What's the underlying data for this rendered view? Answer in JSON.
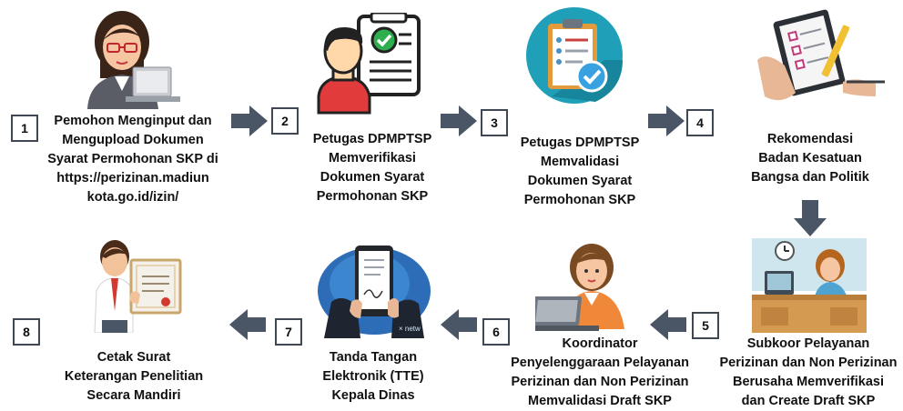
{
  "steps": [
    {
      "number": "1",
      "lines": [
        "Pemohon Menginput dan",
        "Mengupload Dokumen",
        "Syarat Permohonan SKP di",
        "https://perizinan.madiun",
        "kota.go.id/izin/"
      ]
    },
    {
      "number": "2",
      "lines": [
        "Petugas DPMPTSP",
        "Memverifikasi",
        "Dokumen Syarat",
        "Permohonan SKP"
      ]
    },
    {
      "number": "3",
      "lines": [
        "Petugas DPMPTSP",
        "Memvalidasi",
        "Dokumen Syarat",
        "Permohonan SKP"
      ]
    },
    {
      "number": "4",
      "lines": [
        "Rekomendasi",
        "Badan Kesatuan",
        "Bangsa dan Politik"
      ]
    },
    {
      "number": "5",
      "lines": [
        "Subkoor Pelayanan",
        "Perizinan dan Non Perizinan",
        "Berusaha Memverifikasi",
        "dan Create Draft SKP"
      ]
    },
    {
      "number": "6",
      "lines": [
        "Koordinator",
        "Penyelenggaraan Pelayanan",
        "Perizinan dan Non Perizinan",
        "Memvalidasi Draft SKP"
      ]
    },
    {
      "number": "7",
      "lines": [
        "Tanda Tangan",
        "Elektronik (TTE)",
        "Kepala Dinas"
      ]
    },
    {
      "number": "8",
      "lines": [
        "Cetak Surat",
        "Keterangan Penelitian",
        "Secara Mandiri"
      ]
    }
  ],
  "illustrations": {
    "tablet_watermark": "× netw"
  },
  "colors": {
    "arrow": "#4a5566",
    "box_border": "#3f4753",
    "accent_green": "#2fae4f",
    "accent_blue": "#35a6dc"
  }
}
